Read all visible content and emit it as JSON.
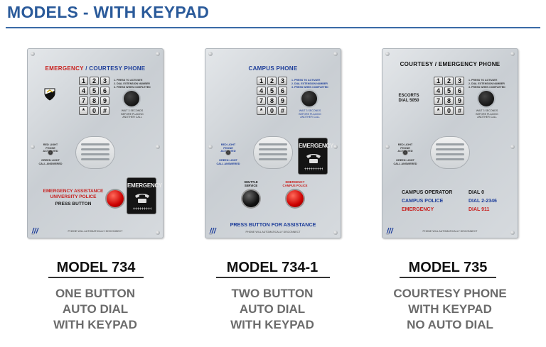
{
  "page": {
    "title": "MODELS - WITH KEYPAD"
  },
  "keys": [
    "1",
    "2",
    "3",
    "4",
    "5",
    "6",
    "7",
    "8",
    "9",
    "*",
    "0",
    "#"
  ],
  "common": {
    "instr": [
      "1. PRESS TO ACTIVATE",
      "2. DIAL EXTENSION NUMBER",
      "3. PRESS WHEN COMPLETED"
    ],
    "wait": "WAIT 3 SECONDS BEFORE PLACING ANOTHER CALL",
    "red_light": "RED LIGHT PHONE ACTIVATED",
    "green_light": "GREEN LIGHT CALL ANSWERED",
    "emergency_sign": "EMERGENCY",
    "footer": "PHONE WILL AUTOMATICALLY DISCONNECT"
  },
  "panel1": {
    "head_red": "EMERGENCY",
    "head_sep": " / ",
    "head_blue": "COURTESY PHONE",
    "line1": "EMERGENCY ASSISTANCE",
    "line2": "UNIVERSITY POLICE",
    "line3": "PRESS BUTTON",
    "model": "MODEL 734",
    "desc": [
      "ONE BUTTON",
      "AUTO DIAL",
      "WITH KEYPAD"
    ]
  },
  "panel2": {
    "head": "CAMPUS PHONE",
    "shuttle": "SHUTTLE SERVICE",
    "police": "EMERGENCY CAMPUS POLICE",
    "press": "PRESS BUTTON FOR ASSISTANCE",
    "model": "MODEL 734-1",
    "desc": [
      "TWO BUTTON",
      "AUTO DIAL",
      "WITH KEYPAD"
    ]
  },
  "panel3": {
    "head": "COURTESY / EMERGENCY PHONE",
    "escorts": "ESCORTS",
    "escorts_dial": "DIAL 5050",
    "directory": [
      {
        "name": "CAMPUS OPERATOR",
        "dial": "DIAL  0"
      },
      {
        "name": "CAMPUS POLICE",
        "dial": "DIAL  2-2346"
      },
      {
        "name": "EMERGENCY",
        "dial": "DIAL  911"
      }
    ],
    "model": "MODEL 735",
    "desc": [
      "COURTESY PHONE",
      "WITH KEYPAD",
      "NO AUTO DIAL"
    ]
  },
  "colors": {
    "title": "#2a5a9a",
    "red": "#c8201e",
    "blue": "#1f3f9a",
    "desc": "#6b6b6b"
  }
}
